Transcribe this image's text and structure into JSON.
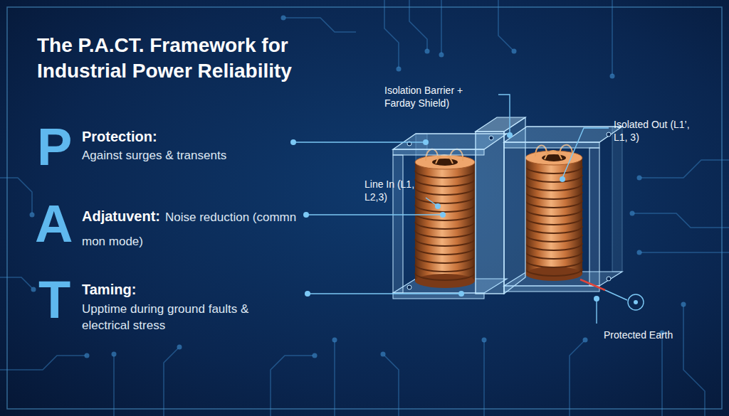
{
  "diagram": {
    "title": "The P.A.CT. Framework for Industrial Power Reliability",
    "labels": [
      "P",
      "Protection:",
      "Against surges & transents",
      "A",
      "Adjatuvent:",
      "Noise reduction (commn mon mode)",
      "T",
      "Taming:",
      "Upptime during ground faults & electrical stress",
      "Isolation Barrier + Farday Shield)",
      "Isolated Out (L1’, L1, 3)",
      "Line In (L1, L2,3)",
      "Protected Earth"
    ]
  }
}
